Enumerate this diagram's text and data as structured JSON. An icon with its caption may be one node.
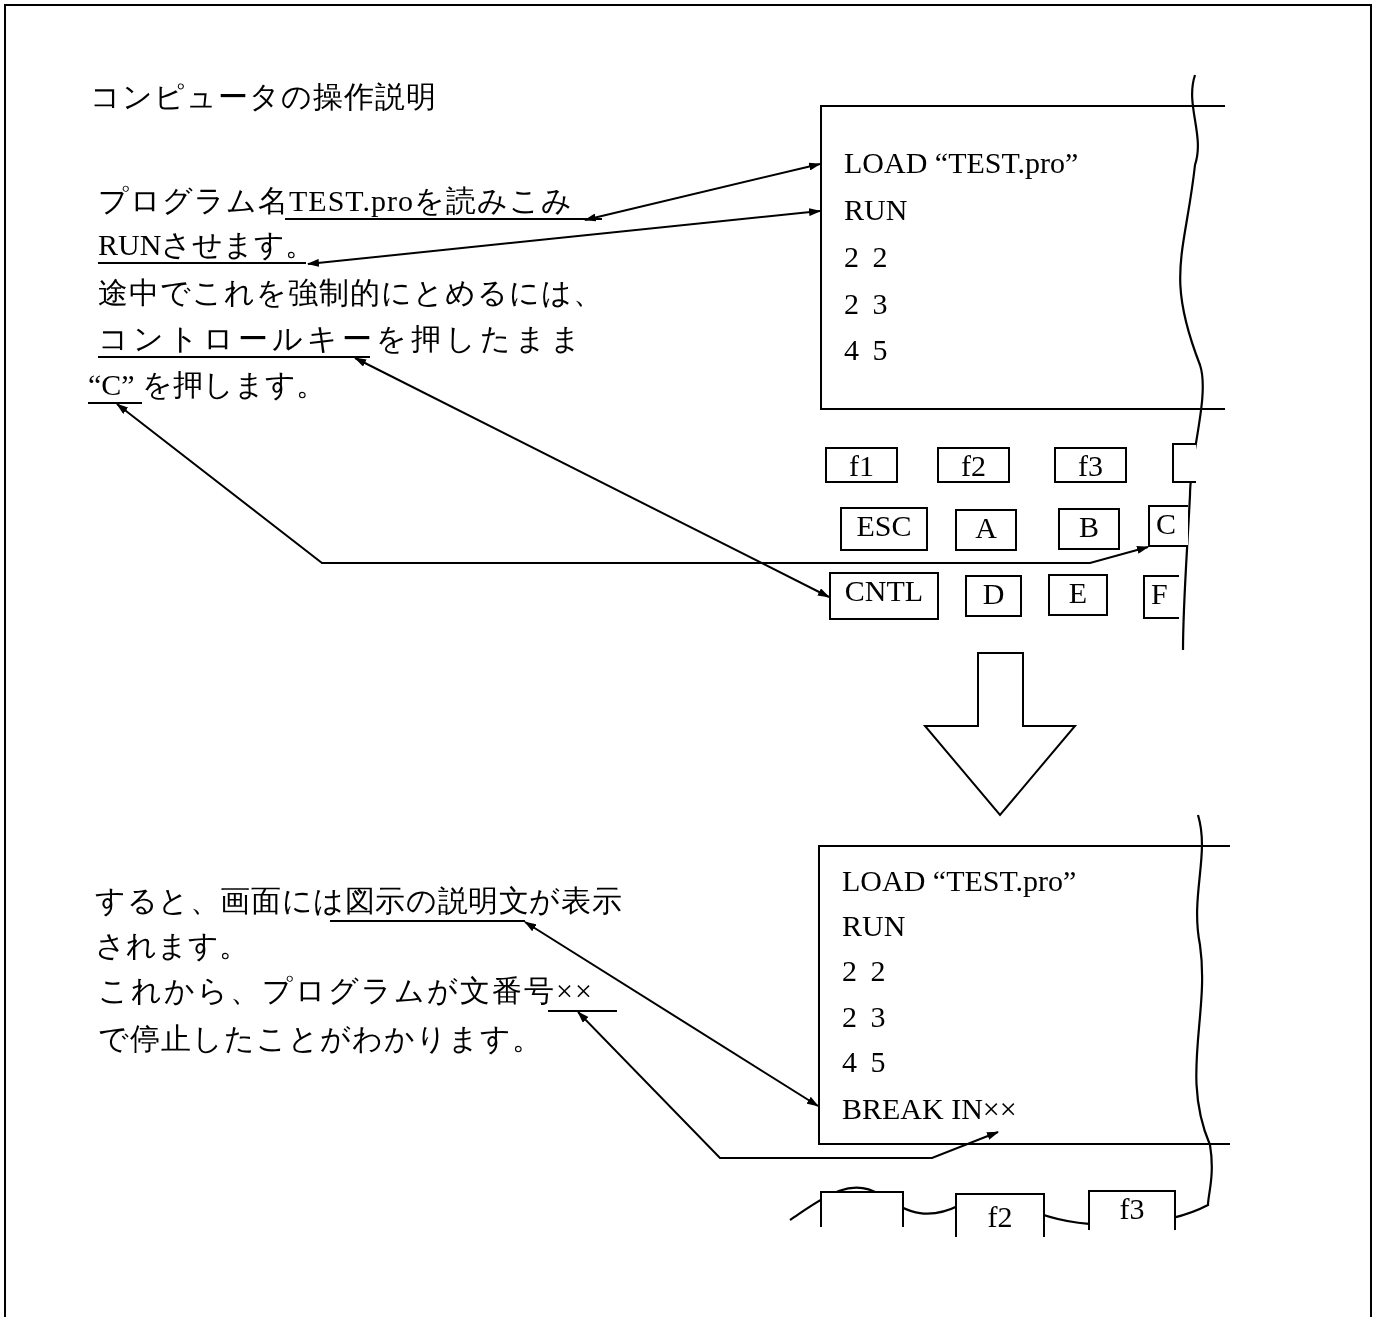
{
  "diagram": {
    "nodes": [
      {
        "text": [
          "プログラム名TEST.proを読みこみ"
        ]
      },
      {
        "text": [
          "RUNさせます。"
        ]
      },
      {
        "text": [
          "コントロールキーを押したまま"
        ]
      },
      {
        "text": [
          "“C” を押します。"
        ]
      },
      {
        "text": [],
        "shape": "box"
      },
      {
        "text": [],
        "shape": "box",
        "in": 4
      },
      {
        "text": [
          "LOAD “TEST.pro”"
        ],
        "in": 5
      },
      {
        "text": [
          "RUN"
        ],
        "in": 5
      },
      {
        "text": [
          "2 2"
        ],
        "in": 5
      },
      {
        "text": [
          "2 3"
        ],
        "in": 5
      },
      {
        "text": [
          "4 5"
        ],
        "in": 5
      },
      {
        "text": [
          "f1"
        ],
        "in": 4
      },
      {
        "text": [
          "f2"
        ],
        "in": 4
      },
      {
        "text": [
          "f3"
        ],
        "in": 4
      },
      {
        "text": [],
        "shape": "box",
        "in": 4
      },
      {
        "text": [
          "ESC"
        ],
        "in": 4
      },
      {
        "text": [
          "A"
        ],
        "in": 4
      },
      {
        "text": [
          "B"
        ],
        "in": 4
      },
      {
        "text": [
          "C"
        ],
        "in": 4
      },
      {
        "text": [
          "CNTL"
        ],
        "in": 4
      },
      {
        "text": [
          "D"
        ],
        "in": 4
      },
      {
        "text": [
          "E"
        ],
        "in": 4
      },
      {
        "text": [
          "F"
        ],
        "in": 4
      },
      {
        "text": [
          "すると、画面には図示の説明文が表示"
        ]
      },
      {
        "text": [
          "これから、プログラムが文番号××"
        ]
      },
      {
        "text": [],
        "shape": "box"
      },
      {
        "text": [],
        "shape": "box",
        "in": 25
      },
      {
        "text": [
          "LOAD “TEST.pro”"
        ],
        "in": 26
      },
      {
        "text": [
          "RUN"
        ],
        "in": 26
      },
      {
        "text": [
          "2 2"
        ],
        "in": 26
      },
      {
        "text": [
          "2 3"
        ],
        "in": 26
      },
      {
        "text": [
          "4 5"
        ],
        "in": 26
      },
      {
        "text": [
          "BREAK IN××"
        ],
        "in": 26
      },
      {
        "text": [],
        "shape": "box",
        "in": 25
      },
      {
        "text": [
          "f2"
        ],
        "in": 25
      },
      {
        "text": [
          "f3"
        ],
        "in": 25
      }
    ],
    "edges": [
      {
        "from": 0,
        "to": 6,
        "arrow": "both"
      },
      {
        "from": 1,
        "to": 7,
        "arrow": "both"
      },
      {
        "from": 2,
        "to": 19,
        "arrow": "both"
      },
      {
        "from": 3,
        "to": 18,
        "arrow": "both"
      },
      {
        "from": 23,
        "to": 32,
        "arrow": "both"
      },
      {
        "from": 24,
        "to": 32,
        "arrow": "both"
      },
      {
        "from": 4,
        "to": 25,
        "arrow": "to"
      }
    ],
    "labels": [
      "コンピュータの操作説明",
      "途中でこれを強制的にとめるには、",
      "されます。",
      "で停止したことがわかります。"
    ]
  }
}
